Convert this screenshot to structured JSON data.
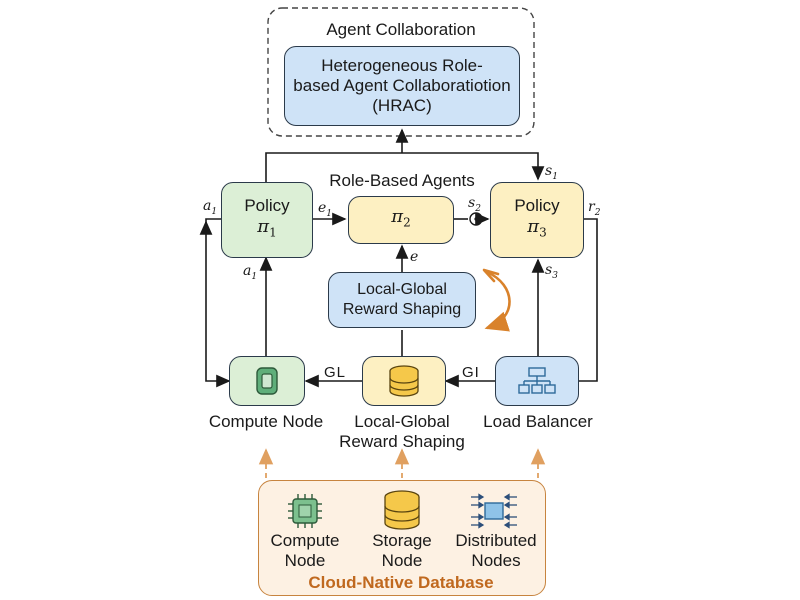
{
  "agent_collab": {
    "title": "Agent Collaboration",
    "hrac_line1": "Heterogeneous Role-",
    "hrac_line2": "based Agent Collaboratiotion",
    "hrac_line3": "(HRAC)"
  },
  "role_based_agents": {
    "title": "Role-Based Agents",
    "policy1": {
      "title": "Policy",
      "symbol": "π",
      "sub": "1"
    },
    "pi2": {
      "symbol": "π",
      "sub": "2"
    },
    "policy3": {
      "title": "Policy",
      "symbol": "π",
      "sub": "3"
    }
  },
  "reward_box": {
    "line1": "Local-Global",
    "line2": "Reward Shaping"
  },
  "edge_labels": {
    "a1_left": "a",
    "a1_left_sub": "1",
    "a1_mid": "a",
    "a1_mid_sub": "1",
    "e1": "e",
    "e1_sub": "1",
    "e": "e",
    "s1": "s",
    "s1_sub": "1",
    "s2": "s",
    "s2_sub": "2",
    "s3": "s",
    "s3_sub": "3",
    "r2": "r",
    "r2_sub": "2",
    "gl": "GL",
    "gi": "GI"
  },
  "bottom_row": {
    "compute_node": "Compute Node",
    "storage_line1": "Local-Global",
    "storage_line2": "Reward Shaping",
    "load_balancer": "Load Balancer"
  },
  "database": {
    "title": "Cloud-Native Database",
    "items": [
      {
        "line1": "Compute",
        "line2": "Node",
        "icon": "chip-icon"
      },
      {
        "line1": "Storage",
        "line2": "Node",
        "icon": "database-icon"
      },
      {
        "line1": "Distributed",
        "line2": "Nodes",
        "icon": "network-icon"
      }
    ]
  },
  "colors": {
    "blue_fill": "#cfe3f7",
    "yellow_fill": "#fdf0c2",
    "green_fill": "#dcefd6",
    "database_fill": "#fdf1e3",
    "database_border": "#c7843f",
    "database_title": "#c0691f",
    "arc_orange": "#d9822b",
    "dashed_orange": "#e0a060"
  }
}
